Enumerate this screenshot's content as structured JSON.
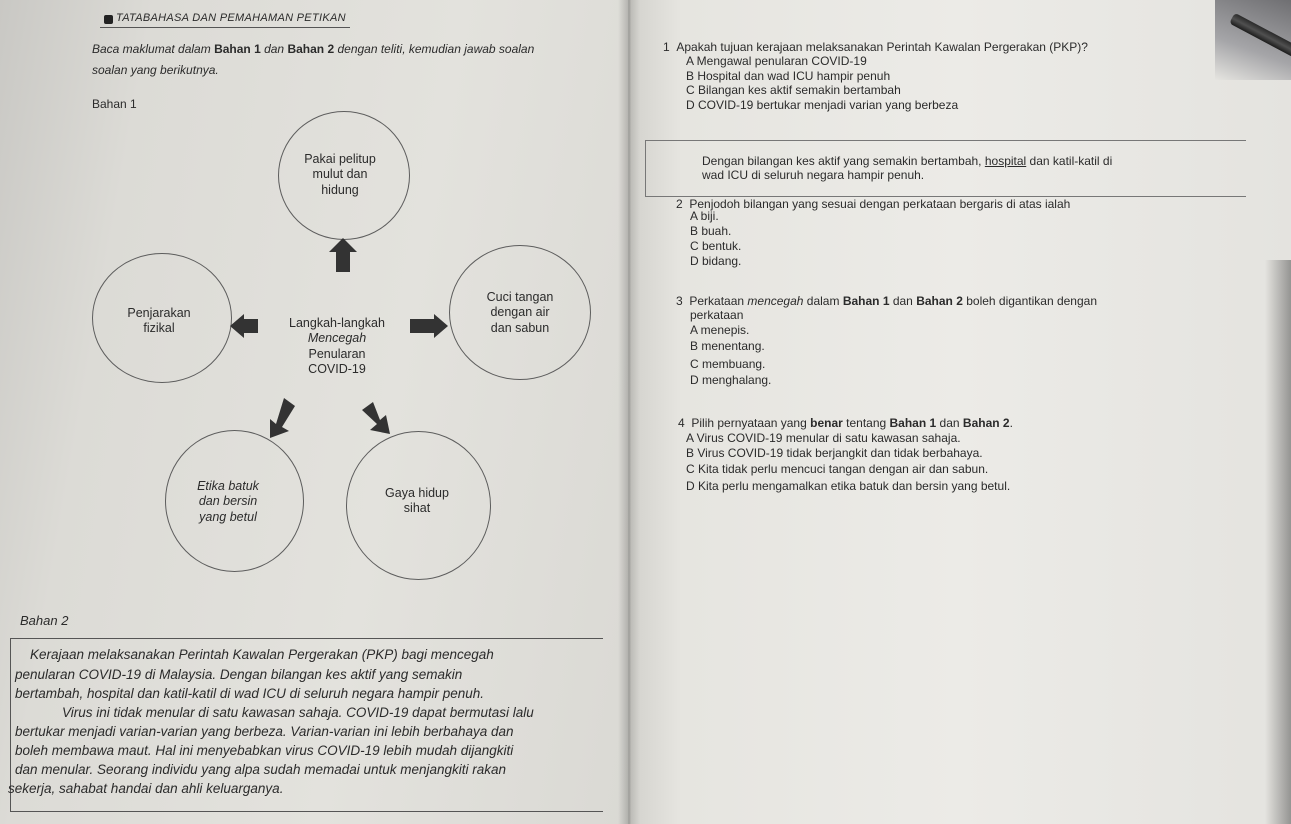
{
  "header": {
    "label": "TATABAHASA DAN PEMAHAMAN PETIKAN"
  },
  "instruction": {
    "line1_pre": "Baca maklumat dalam ",
    "line1_bold1": "Bahan 1",
    "line1_mid": " dan ",
    "line1_bold2": "Bahan 2",
    "line1_post": " dengan teliti, kemudian jawab soalan",
    "line2": "soalan yang berikutnya."
  },
  "bahan1": {
    "label": "Bahan 1",
    "center": [
      "Langkah-langkah",
      "Mencegah",
      "Penularan",
      "COVID-19"
    ],
    "nodes": {
      "top": [
        "Pakai pelitup",
        "mulut dan",
        "hidung"
      ],
      "right": [
        "Cuci tangan",
        "dengan air",
        "dan sabun"
      ],
      "left": [
        "Penjarakan",
        "fizikal"
      ],
      "bottom_left": [
        "Etika batuk",
        "dan bersin",
        "yang betul"
      ],
      "bottom_right": [
        "Gaya hidup",
        "sihat"
      ]
    }
  },
  "bahan2": {
    "label": "Bahan 2",
    "lines": [
      "Kerajaan melaksanakan Perintah Kawalan Pergerakan (PKP) bagi mencegah",
      "penularan COVID-19 di Malaysia. Dengan bilangan kes aktif yang semakin",
      "bertambah, hospital dan katil-katil di wad ICU di seluruh negara hampir penuh.",
      "Virus ini tidak menular di satu kawasan sahaja. COVID-19 dapat bermutasi lalu",
      "bertukar menjadi varian-varian yang berbeza. Varian-varian ini lebih berbahaya dan",
      "boleh membawa maut. Hal ini menyebabkan virus COVID-19 lebih mudah dijangkiti",
      "dan menular. Seorang individu yang alpa sudah memadai untuk menjangkiti rakan",
      "sekerja, sahabat handai dan ahli keluarganya."
    ]
  },
  "questions": [
    {
      "number": "1",
      "text": "Apakah tujuan kerajaan melaksanakan Perintah Kawalan Pergerakan (PKP)?",
      "options": [
        "A  Mengawal penularan COVID-19",
        "B  Hospital dan wad ICU hampir penuh",
        "C  Bilangan kes aktif semakin bertambah",
        "D  COVID-19 bertukar menjadi varian yang berbeza"
      ],
      "box_line1_pre": "Dengan bilangan kes aktif yang semakin bertambah, ",
      "box_line1_underlined": "hospital",
      "box_line1_post": " dan katil-katil di",
      "box_line2": "wad ICU di seluruh negara hampir penuh."
    },
    {
      "number": "2",
      "text": "Penjodoh bilangan yang sesuai dengan perkataan bergaris di atas ialah",
      "options": [
        "A  biji.",
        "B  buah.",
        "C  bentuk.",
        "D  bidang."
      ]
    },
    {
      "number": "3",
      "text_pre": "Perkataan ",
      "text_italic": "mencegah",
      "text_mid1": " dalam ",
      "text_bold1": "Bahan 1",
      "text_mid2": " dan ",
      "text_bold2": "Bahan 2",
      "text_post": " boleh digantikan dengan",
      "text_line2": "perkataan",
      "options": [
        "A  menepis.",
        "B  menentang.",
        "C  membuang.",
        "D  menghalang."
      ]
    },
    {
      "number": "4",
      "text_pre": "Pilih pernyataan yang ",
      "text_bold": "benar",
      "text_mid": " tentang ",
      "text_bold1": "Bahan 1",
      "text_and": " dan ",
      "text_bold2": "Bahan 2",
      "text_post": ".",
      "options": [
        "A  Virus COVID-19 menular di satu kawasan sahaja.",
        "B  Virus COVID-19 tidak berjangkit dan tidak berbahaya.",
        "C  Kita tidak perlu mencuci tangan dengan air dan sabun.",
        "D  Kita perlu mengamalkan etika batuk dan bersin yang betul."
      ]
    }
  ]
}
